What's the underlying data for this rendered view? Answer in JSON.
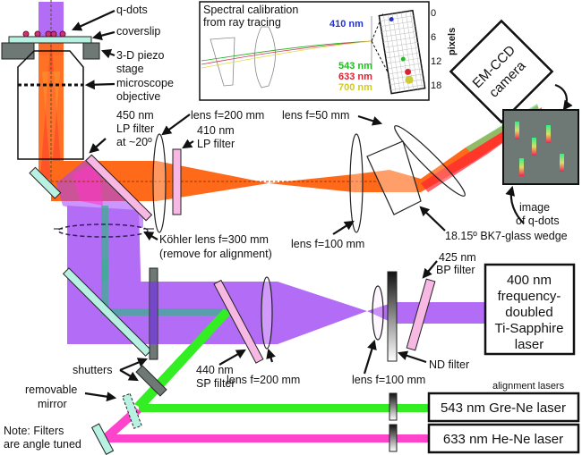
{
  "diagram": {
    "title": "Optical setup for q-dot spectral imaging",
    "colors": {
      "excitation_violet": "#b36cf5",
      "emission_orange": "#ff6a1a",
      "green_laser": "#33ee22",
      "magenta_laser": "#ff44cc",
      "mirror": "#b8f0e2",
      "filter_pink": "#f7b8e4",
      "camera_image_bg": "#6e7874"
    },
    "labels": {
      "qdots": "q-dots",
      "coverslip": "coverslip",
      "piezo_1": "3-D piezo",
      "piezo_2": "stage",
      "objective_1": "microscope",
      "objective_2": "objective",
      "lp450_1": "450 nm",
      "lp450_2": "LP filter",
      "lp450_3": "at ~20º",
      "lens200_top": "lens f=200 mm",
      "lp410_1": "410 nm",
      "lp410_2": "LP filter",
      "lens50": "lens f=50 mm",
      "lens100_top": "lens f=100 mm",
      "wedge": "18.15º BK7-glass wedge",
      "kohler_1": "Köhler lens f=300 mm",
      "kohler_2": "(remove for alignment)",
      "bp425_1": "425 nm",
      "bp425_2": "BP filter",
      "nd_filter": "ND filter",
      "lens200_bottom": "lens f=200 mm",
      "lens100_bottom": "lens f=100 mm",
      "sp440_1": "440 nm",
      "sp440_2": "SP filter",
      "shutters": "shutters",
      "removable_1": "removable",
      "removable_2": "mirror",
      "note_1": "Note: Filters",
      "note_2": "are angle tuned",
      "alignment_lasers": "alignment lasers",
      "camera_1": "EM-CCD",
      "camera_2": "camera",
      "image_1": "image",
      "image_2": "of q-dots"
    },
    "lasers": {
      "ti_sapphire": [
        "400 nm",
        "frequency-",
        "doubled",
        "Ti-Sapphire",
        "laser"
      ],
      "green": "543 nm Gre-Ne laser",
      "red": "633 nm He-Ne laser"
    },
    "inset": {
      "title_1": "Spectral calibration",
      "title_2": "from ray tracing",
      "axis_label": "pixels",
      "ticks": [
        "0",
        "6",
        "12",
        "18"
      ],
      "wavelengths": [
        {
          "label": "410 nm",
          "color": "#2233cc"
        },
        {
          "label": "543 nm",
          "color": "#22bb22"
        },
        {
          "label": "633 nm",
          "color": "#dd2233"
        },
        {
          "label": "700 nm",
          "color": "#cccc22"
        }
      ]
    }
  }
}
